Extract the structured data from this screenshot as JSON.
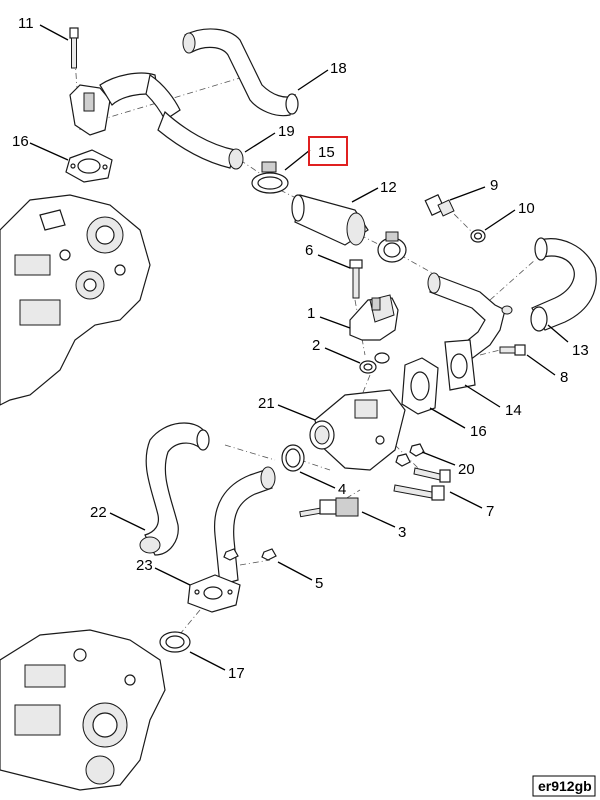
{
  "callouts": [
    {
      "id": "11",
      "text": "11"
    },
    {
      "id": "18",
      "text": "18"
    },
    {
      "id": "16a",
      "text": "16"
    },
    {
      "id": "19",
      "text": "19"
    },
    {
      "id": "15",
      "text": "15"
    },
    {
      "id": "12",
      "text": "12"
    },
    {
      "id": "9",
      "text": "9"
    },
    {
      "id": "10",
      "text": "10"
    },
    {
      "id": "6",
      "text": "6"
    },
    {
      "id": "13",
      "text": "13"
    },
    {
      "id": "1",
      "text": "1"
    },
    {
      "id": "2",
      "text": "2"
    },
    {
      "id": "8",
      "text": "8"
    },
    {
      "id": "14",
      "text": "14"
    },
    {
      "id": "21",
      "text": "21"
    },
    {
      "id": "16b",
      "text": "16"
    },
    {
      "id": "20",
      "text": "20"
    },
    {
      "id": "4",
      "text": "4"
    },
    {
      "id": "7",
      "text": "7"
    },
    {
      "id": "22",
      "text": "22"
    },
    {
      "id": "3",
      "text": "3"
    },
    {
      "id": "23",
      "text": "23"
    },
    {
      "id": "5",
      "text": "5"
    },
    {
      "id": "17",
      "text": "17"
    }
  ],
  "highlight": {
    "callout": "15",
    "color": "#e02020"
  },
  "drawing_code": "er912gb"
}
